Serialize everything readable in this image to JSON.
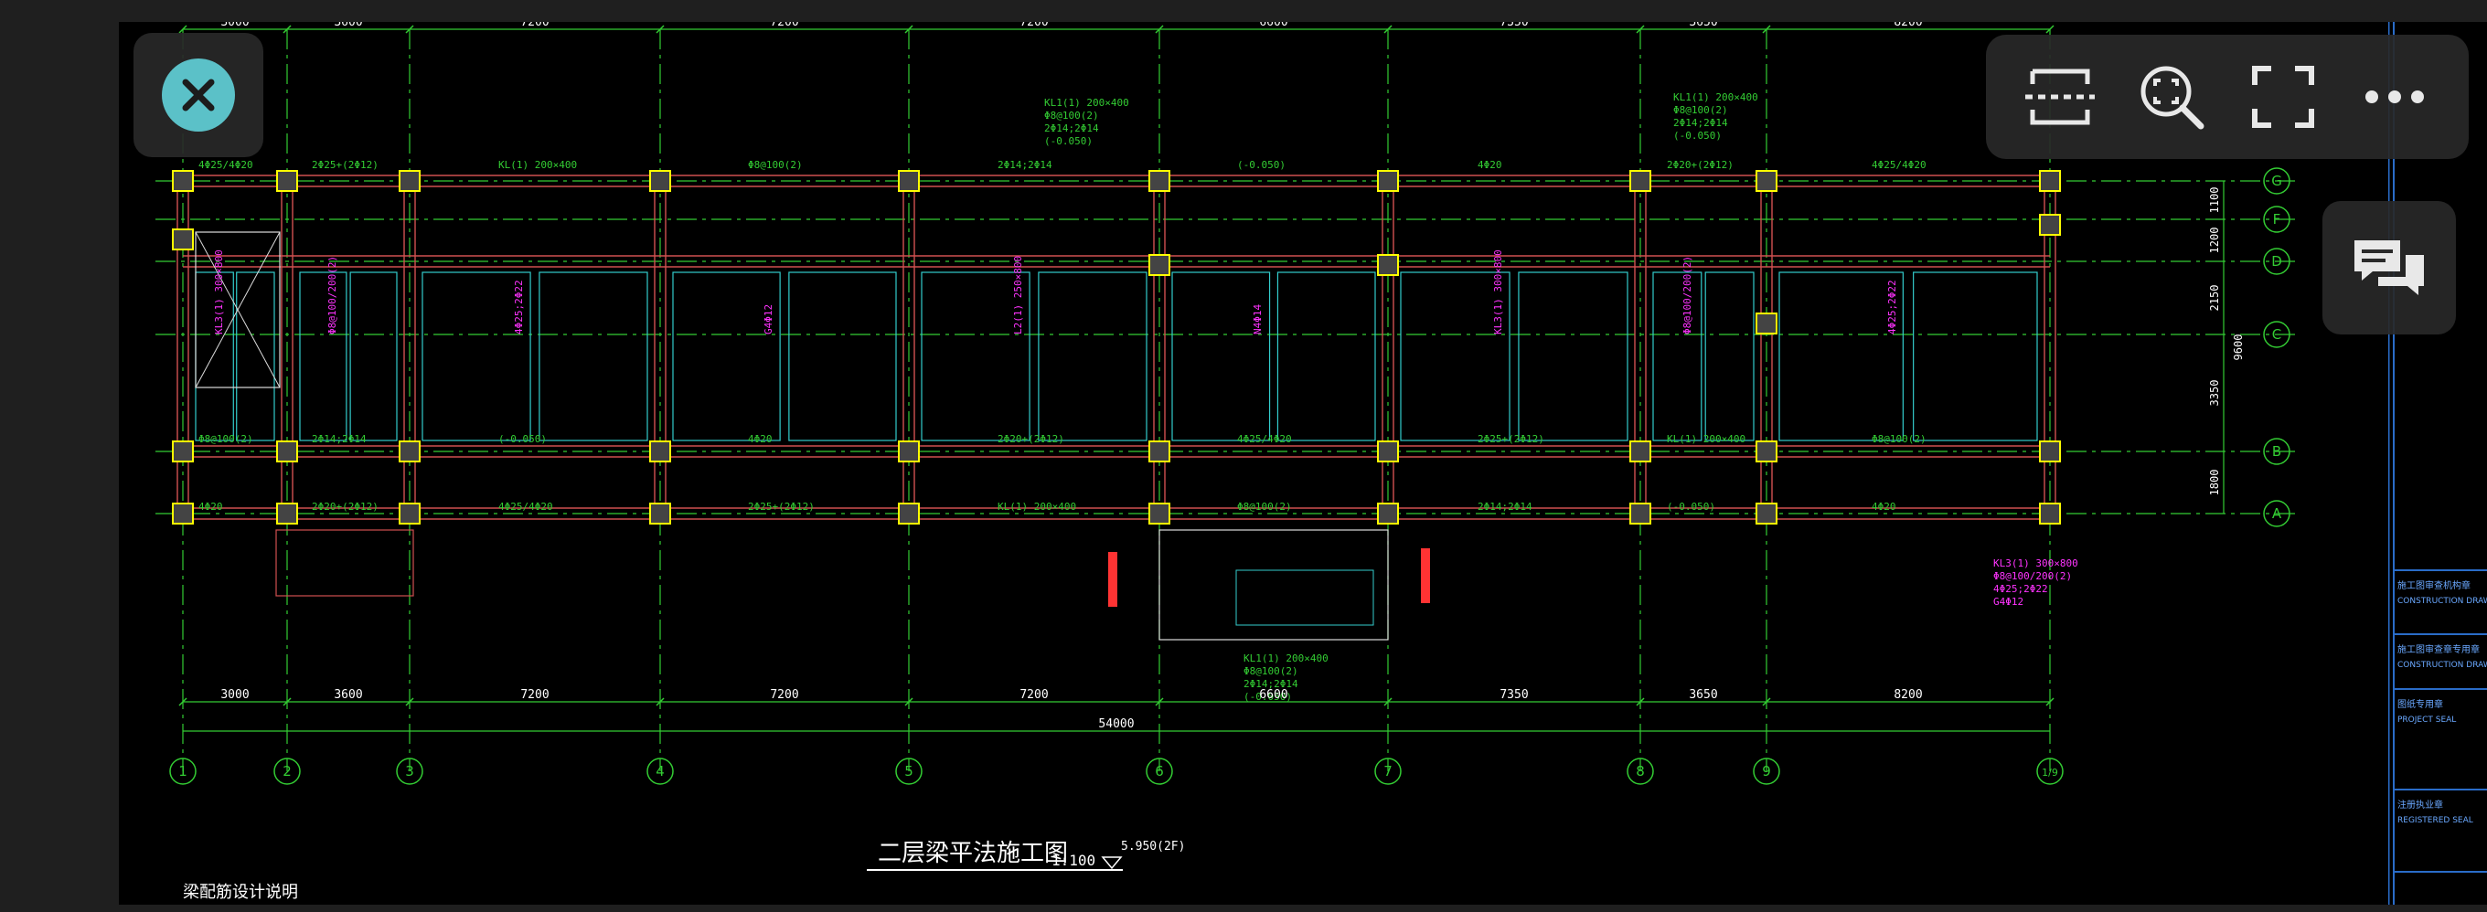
{
  "drawing": {
    "title": "二层梁平法施工图",
    "scale": "1:100",
    "elevation": "5.950(2F)",
    "note": "梁配筋设计说明",
    "total_dimension": "54000",
    "spans": [
      "3000",
      "3600",
      "7200",
      "7200",
      "7200",
      "6600",
      "7350",
      "3650",
      "8200"
    ],
    "column_axes": [
      "1",
      "2",
      "3",
      "4",
      "5",
      "6",
      "7",
      "8",
      "9",
      "1/9"
    ],
    "row_axes": [
      "G",
      "F",
      "D",
      "C",
      "B",
      "A"
    ],
    "row_dims": [
      "1100",
      "1200",
      "2150",
      "3350",
      "1800"
    ],
    "row_total": "9600"
  },
  "title_block": {
    "labels": [
      "施工图审查机构章",
      "CONSTRUCTION DRAWING",
      "施工图审查章专用章",
      "CONSTRUCTION DRAWING",
      "图纸专用章",
      "PROJECT SEAL",
      "注册执业章",
      "REGISTERED SEAL"
    ]
  },
  "toolbar": {
    "icons": [
      "scan-icon",
      "zoom-search-icon",
      "fullscreen-icon",
      "more-icon"
    ]
  },
  "colors": {
    "background": "#000000",
    "grid": "#33cc33",
    "magenta": "#ff33ff",
    "yellow": "#ffff00",
    "cyan": "#33cccc",
    "red": "#ff3333",
    "accent": "#5bc1c8"
  }
}
